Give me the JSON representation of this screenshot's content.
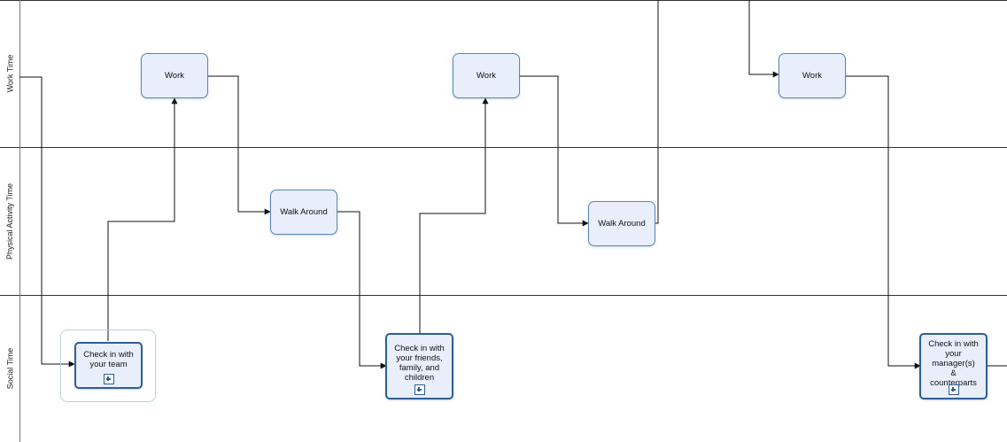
{
  "lanes": [
    {
      "label": "Work Time"
    },
    {
      "label": "Physical Activity Time"
    },
    {
      "label": "Social Time"
    }
  ],
  "tasks": {
    "work_1": {
      "label": "Work"
    },
    "work_2": {
      "label": "Work"
    },
    "work_3": {
      "label": "Work"
    },
    "walk_1": {
      "label": "Walk Around"
    },
    "walk_2": {
      "label": "Walk Around"
    },
    "checkin_team": {
      "label": "Check in with your team"
    },
    "checkin_family": {
      "label": "Check in with your friends, family, and children"
    },
    "checkin_managers": {
      "label": "Check in with your manager(s) & counterparts"
    }
  }
}
